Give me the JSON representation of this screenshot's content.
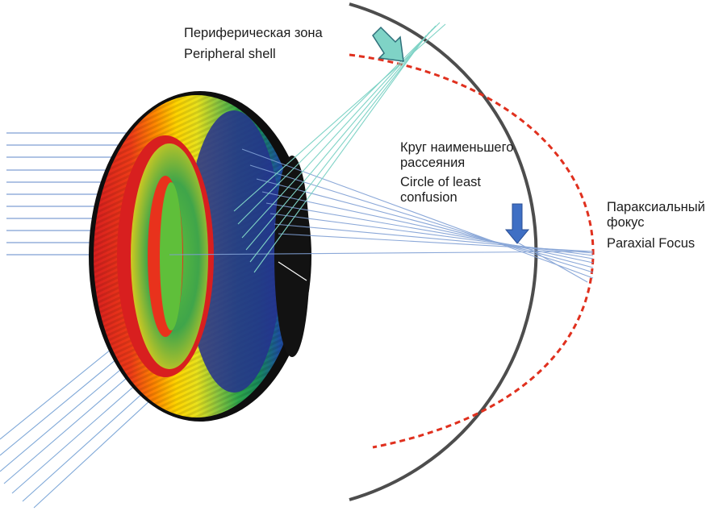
{
  "labels": {
    "peripheral_ru": "Периферическая зона",
    "peripheral_en": "Peripheral shell",
    "circle_ru_1": "Круг наименьшего",
    "circle_ru_2": "рассеяния",
    "circle_en_1": "Circle of least",
    "circle_en_2": "confusion",
    "paraxial_ru_1": "Параксиальный",
    "paraxial_ru_2": "фокус",
    "paraxial_en": "Paraxial Focus"
  },
  "colors": {
    "ray": "#7f9fd4",
    "peripheral_ray": "#7fd3c6",
    "dashed_curve": "#e0301e",
    "retina": "#4d4d4d",
    "arrow_peripheral": "#7fd3c6",
    "arrow_circle": "#3f6fc4",
    "lens_bands": [
      "#d81f1f",
      "#ee3b17",
      "#ff8a00",
      "#ffd400",
      "#e9e21c",
      "#8cc63f",
      "#2fa84a",
      "#178a5c",
      "#1d4fa0",
      "#26308e"
    ]
  },
  "icons": {
    "peripheral_arrow": "arrow-down-right-icon",
    "circle_arrow": "arrow-down-icon"
  }
}
